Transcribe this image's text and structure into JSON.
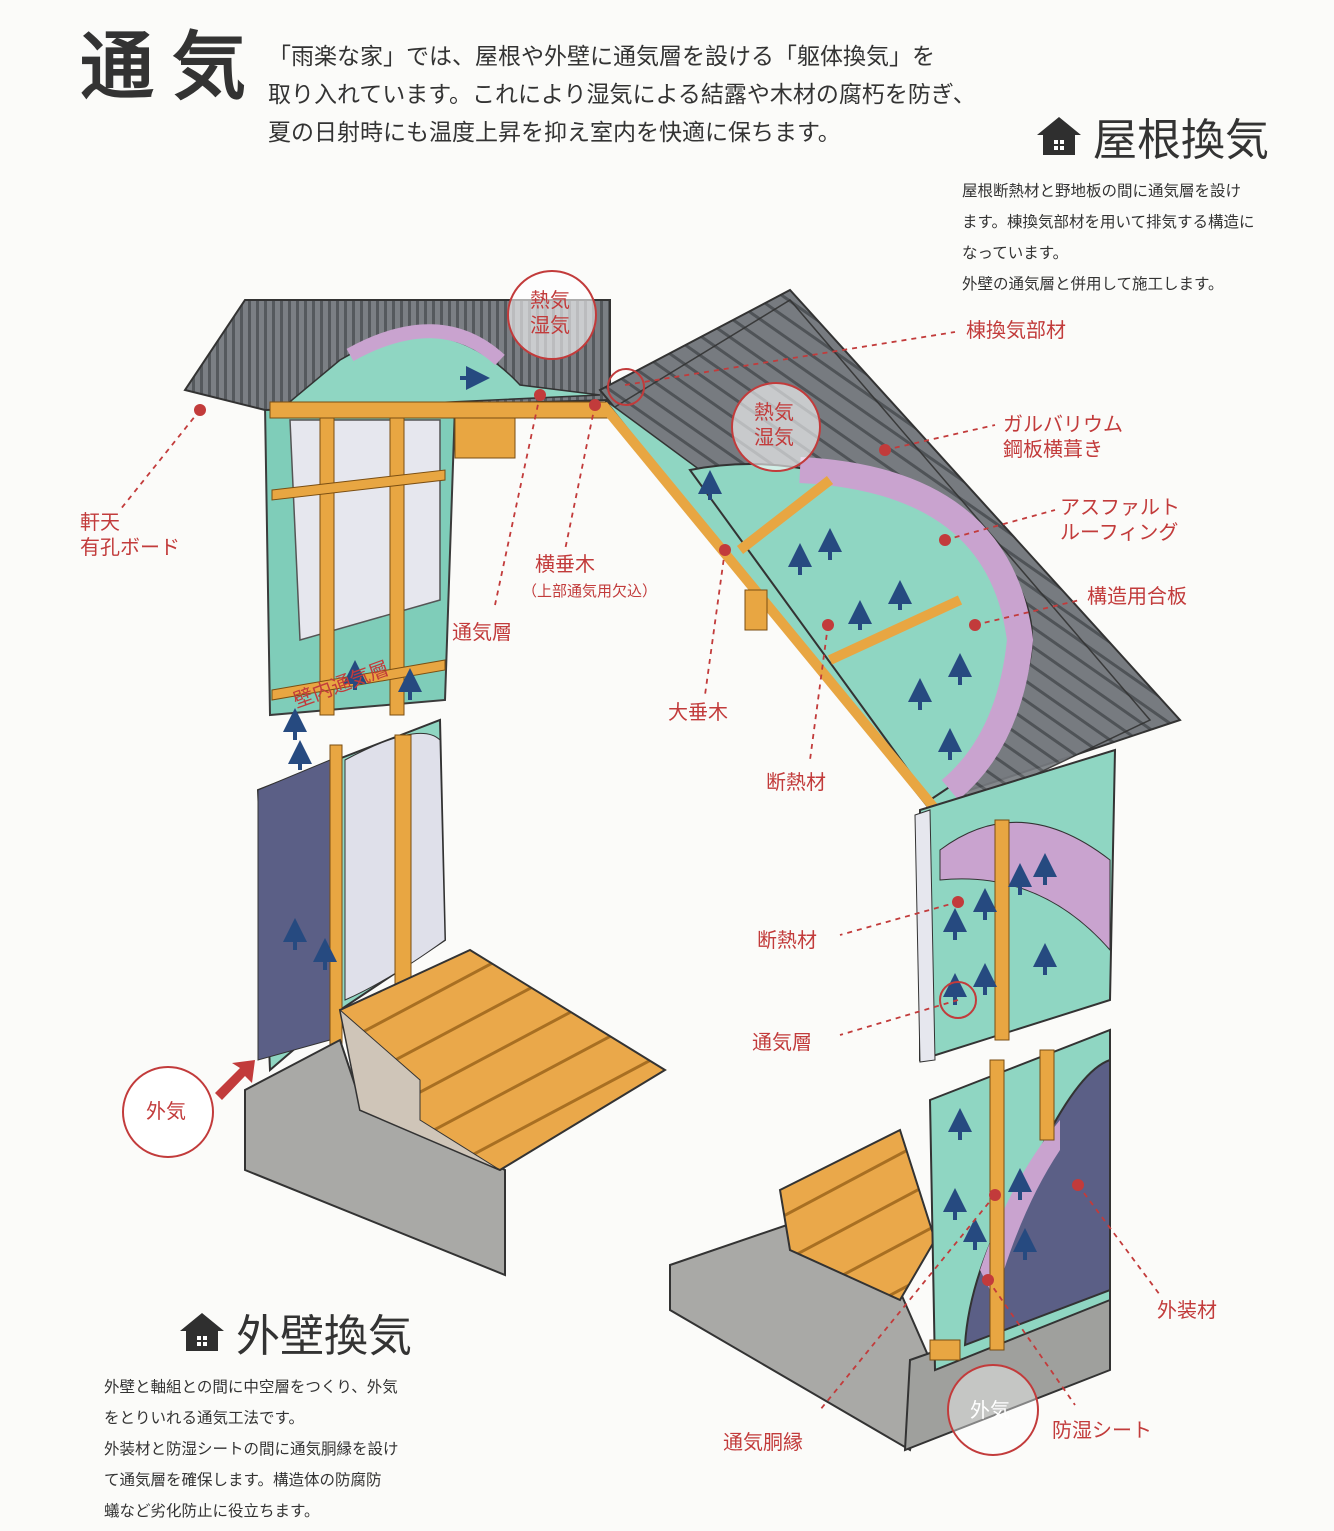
{
  "header": {
    "title": "通気",
    "intro_lines": [
      "「雨楽な家」では、屋根や外壁に通気層を設ける「躯体換気」を",
      "取り入れています。これにより湿気による結露や木材の腐朽を防ぎ、",
      "夏の日射時にも温度上昇を抑え室内を快適に保ちます。"
    ]
  },
  "roof_section": {
    "title": "屋根換気",
    "icon": "house-icon",
    "text_lines": [
      "屋根断熱材と野地板の間に通気層を設け",
      "ます。棟換気部材を用いて排気する構造に",
      "なっています。",
      "外壁の通気層と併用して施工します。"
    ]
  },
  "wall_section": {
    "title": "外壁換気",
    "icon": "house-icon",
    "text_lines": [
      "外壁と軸組との間に中空層をつくり、外気",
      "をとりいれる通気工法です。",
      "外装材と防湿シートの間に通気胴縁を設け",
      "て通気層を確保します。構造体の防腐防",
      "蟻など劣化防止に役立ちます。"
    ]
  },
  "labels": {
    "eave_board": [
      "軒天",
      "有孔ボード"
    ],
    "horizontal_rafter": "横垂木",
    "horizontal_rafter_note": "（上部通気用欠込）",
    "vent_layer_top": "通気層",
    "main_rafter": "大垂木",
    "ridge_vent": "棟換気部材",
    "galvalume": [
      "ガルバリウム",
      "鋼板横葺き"
    ],
    "asphalt": [
      "アスファルト",
      "ルーフィング"
    ],
    "plywood": "構造用合板",
    "insulation_roof": "断熱材",
    "insulation_wall": "断熱材",
    "vent_layer_wall": "通気層",
    "inner_wall_vent": "壁内通気層",
    "exterior_material": "外装材",
    "vent_furring": "通気胴縁",
    "moisture_sheet": "防湿シート"
  },
  "circles": {
    "heat_top": [
      "熱気",
      "湿気"
    ],
    "heat_roof": [
      "熱気",
      "湿気"
    ],
    "outside_air_left": "外気",
    "outside_air_right": "外気"
  },
  "colors": {
    "accent_red": "#c23b3b",
    "wood": "#e6a94a",
    "insulation": "#8fd1c0",
    "roof_metal": "#6f7378",
    "asphalt": "#c9a3cf",
    "concrete": "#a9a9a6",
    "exterior": "#5b5f86"
  }
}
